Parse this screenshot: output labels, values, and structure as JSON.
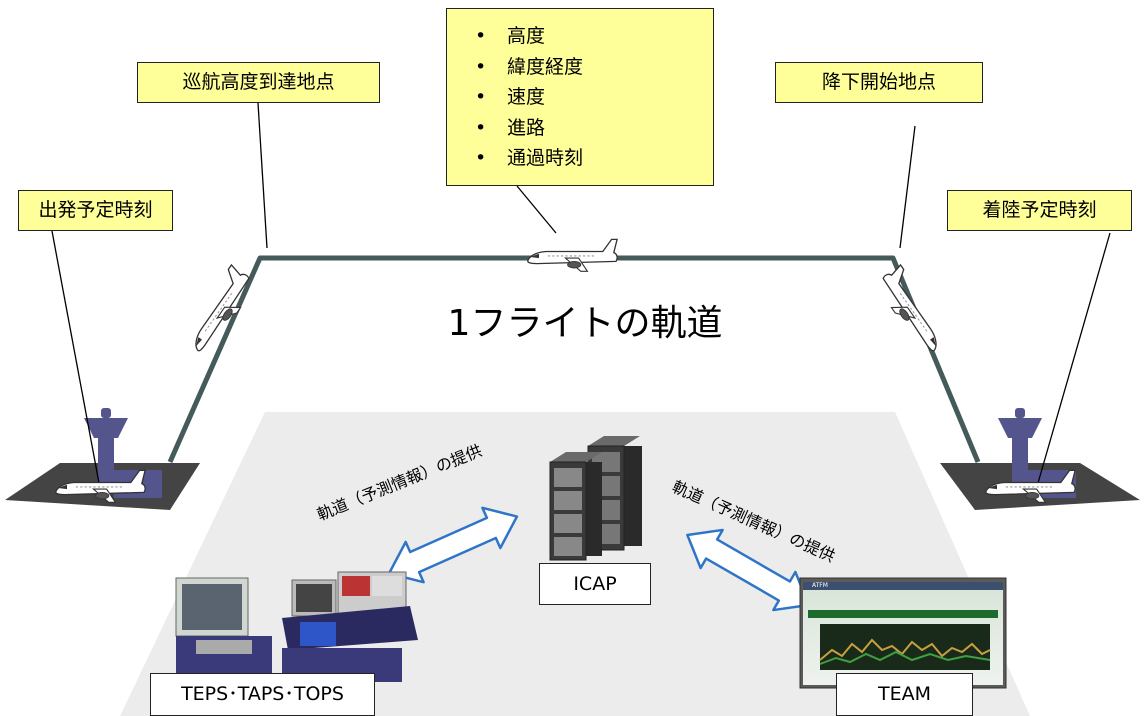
{
  "labels": {
    "departure": "出発予定時刻",
    "cruise_reach": "巡航高度到達地点",
    "descent_start": "降下開始地点",
    "arrival": "着陸予定時刻"
  },
  "trajectory_info": [
    "高度",
    "緯度経度",
    "速度",
    "進路",
    "通過時刻"
  ],
  "caption": "1フライトの軌道",
  "arrows": {
    "left_label": "軌道（予測情報）の提供",
    "right_label": "軌道（予測情報）の提供"
  },
  "systems": {
    "icap": "ICAP",
    "teps": "TEPS･TAPS･TOPS",
    "team": "TEAM",
    "team_screen_title": "ATFM"
  },
  "colors": {
    "trajectory_line": "#455a5a",
    "callout_fill": "#ffff99",
    "tower": "#55558e",
    "floor": "#ececec",
    "arrow_outline": "#2e75c8"
  }
}
